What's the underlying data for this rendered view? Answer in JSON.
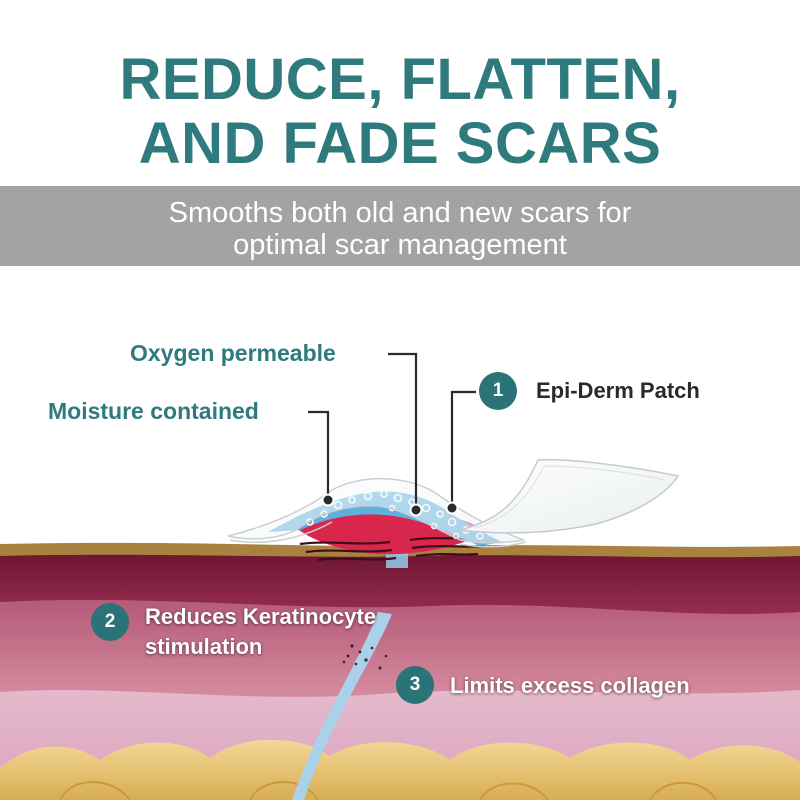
{
  "headline": {
    "line1": "REDUCE, FLATTEN,",
    "line2": "AND FADE SCARS"
  },
  "subheadline": {
    "line1": "Smooths both old and new scars for",
    "line2": "optimal scar management"
  },
  "callouts": {
    "oxygen": "Oxygen permeable",
    "moisture": "Moisture contained"
  },
  "steps": [
    {
      "number": "1",
      "label_line1": "Epi-Derm Patch",
      "label_line2": ""
    },
    {
      "number": "2",
      "label_line1": "Reduces Keratinocyte",
      "label_line2": "stimulation"
    },
    {
      "number": "3",
      "label_line1": "Limits excess collagen",
      "label_line2": ""
    }
  ],
  "colors": {
    "headline_teal": "#2e7a7d",
    "band_gray": "#a5a3a1",
    "badge_teal": "#2a7376"
  }
}
